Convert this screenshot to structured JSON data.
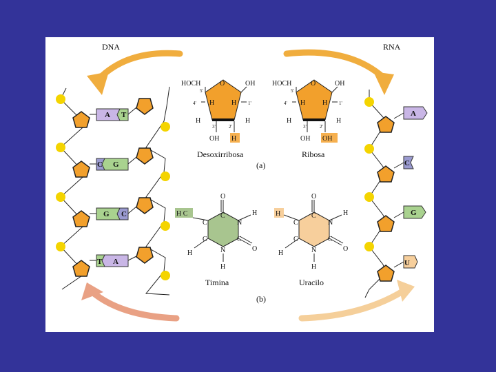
{
  "headings": {
    "dna": "DNA",
    "rna": "RNA"
  },
  "sugars": {
    "label_a": "(a)",
    "deoxyribose": {
      "name": "Desoxirribosa",
      "hoch": "HOCH",
      "o": "O",
      "oh_top": "OH",
      "c5": "5'",
      "c4": "4'",
      "c3": "3'",
      "c2": "2'",
      "c1": "1'",
      "h": "H",
      "oh_bottom": "OH",
      "h_highlight": "H"
    },
    "ribose": {
      "name": "Ribosa",
      "hoch": "HOCH",
      "o": "O",
      "oh_top": "OH",
      "c5": "5'",
      "c4": "4'",
      "c3": "3'",
      "c2": "2'",
      "c1": "1'",
      "h": "H",
      "oh_bottom": "OH",
      "oh_highlight": "OH"
    }
  },
  "bases": {
    "label_b": "(b)",
    "thymine": {
      "name": "Timina",
      "hc_highlight": "H C",
      "o": "O",
      "c": "C",
      "n": "N",
      "h": "H"
    },
    "uracil": {
      "name": "Uracilo",
      "h_highlight": "H",
      "o": "O",
      "c": "C",
      "n": "N",
      "h": "H"
    }
  },
  "dna_pairs": [
    {
      "left": "A",
      "right": "T"
    },
    {
      "left": "C",
      "right": "G"
    },
    {
      "left": "G",
      "right": "C"
    },
    {
      "left": "T",
      "right": "A"
    }
  ],
  "rna_bases": [
    "A",
    "C",
    "G",
    "U"
  ],
  "colors": {
    "background": "#333399",
    "sugar": "#f2a02c",
    "phosphate": "#f4d400",
    "base_A": "#c9b6e6",
    "base_T": "#a9d28f",
    "base_C": "#9a9ad0",
    "base_G": "#a9d28f",
    "base_U": "#f7cf9c",
    "highlight": "#f6b04f",
    "thymine_ring": "#a8c58f",
    "uracil_ring": "#f7cf9c"
  }
}
